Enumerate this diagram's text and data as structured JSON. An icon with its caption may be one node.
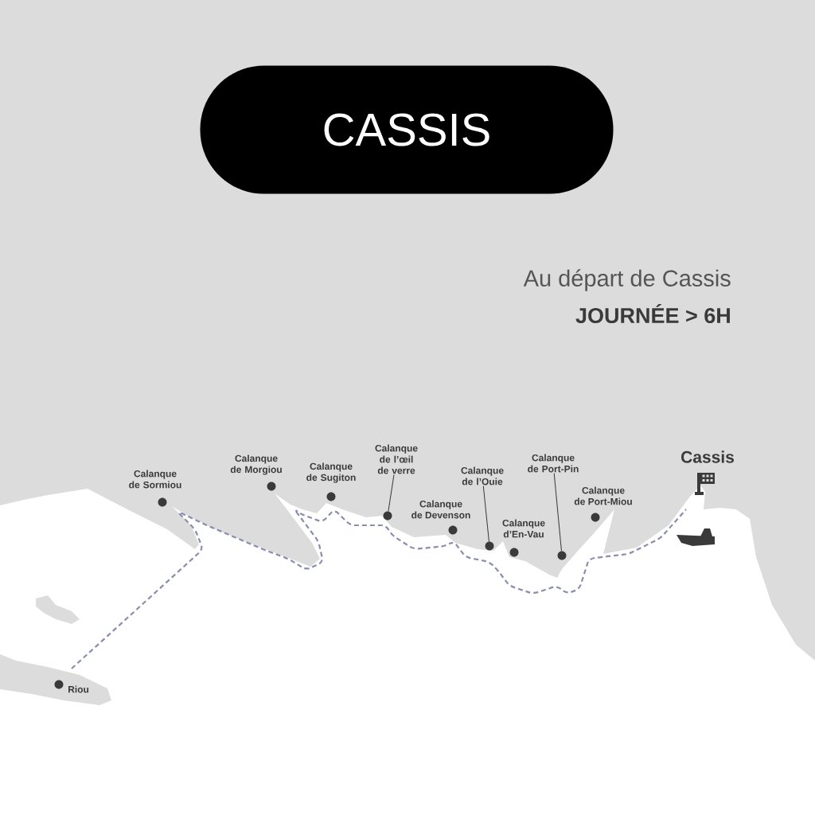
{
  "diagram": {
    "nodes": [
      {
        "text": [
          "CASSIS"
        ]
      },
      {
        "text": [
          "Calanque de l’œil de verre"
        ]
      },
      {
        "text": [],
        "shape": "circle"
      },
      {
        "text": [
          "Calanque de l’Ouie"
        ]
      },
      {
        "text": [],
        "shape": "circle"
      },
      {
        "text": [
          "Calanque de Port-Pin"
        ]
      },
      {
        "text": [],
        "shape": "circle"
      },
      {
        "text": [],
        "shape": "circle",
        "beside": [
          "Riou"
        ]
      },
      {
        "text": [],
        "shape": "circle",
        "beside": [
          "Calanque de Sormiou"
        ]
      },
      {
        "text": [],
        "shape": "circle",
        "beside": [
          "Calanque de Morgiou"
        ]
      },
      {
        "text": [],
        "shape": "circle",
        "beside": [
          "Calanque de Sugiton"
        ]
      },
      {
        "text": [],
        "shape": "circle",
        "beside": [
          "Calanque de Devenson"
        ]
      },
      {
        "text": [],
        "shape": "circle",
        "beside": [
          "Calanque d’En-Vau"
        ]
      },
      {
        "text": [],
        "shape": "circle",
        "beside": [
          "Calanque de Port-Miou"
        ]
      }
    ],
    "edges": [
      {
        "from": 1,
        "to": 2,
        "arrow": "none"
      },
      {
        "from": 3,
        "to": 4,
        "arrow": "none"
      },
      {
        "from": 5,
        "to": 6,
        "arrow": "none"
      }
    ],
    "labels": [
      "Au départ de Cassis",
      "JOURNÉE > 6H",
      "Cassis"
    ]
  }
}
